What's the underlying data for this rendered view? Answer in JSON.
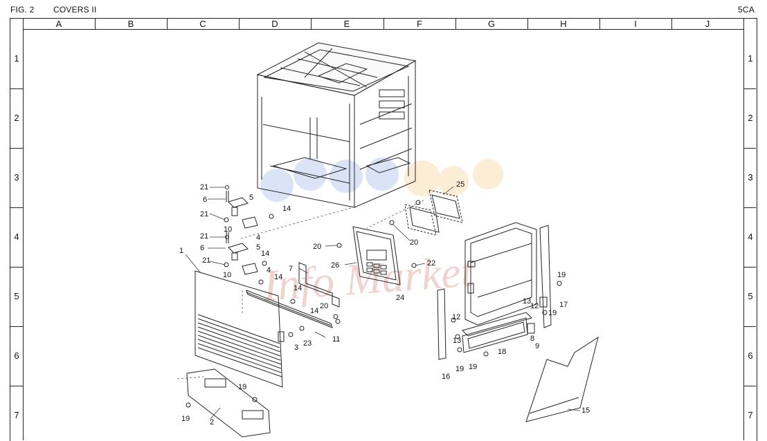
{
  "header": {
    "figure": "FIG. 2",
    "title": "COVERS II",
    "code": "5CA"
  },
  "grid": {
    "columns": [
      "A",
      "B",
      "C",
      "D",
      "E",
      "F",
      "G",
      "H",
      "I",
      "J"
    ],
    "rows": [
      "1",
      "2",
      "3",
      "4",
      "5",
      "6",
      "7"
    ]
  },
  "watermark": "Info Market",
  "callouts": [
    {
      "id": "c21a",
      "label": "21"
    },
    {
      "id": "c6a",
      "label": "6"
    },
    {
      "id": "c5a",
      "label": "5"
    },
    {
      "id": "c21b",
      "label": "21"
    },
    {
      "id": "c14a",
      "label": "14"
    },
    {
      "id": "c10a",
      "label": "10"
    },
    {
      "id": "c21c",
      "label": "21"
    },
    {
      "id": "c4a",
      "label": "4"
    },
    {
      "id": "c6b",
      "label": "6"
    },
    {
      "id": "c5b",
      "label": "5"
    },
    {
      "id": "c14b",
      "label": "14"
    },
    {
      "id": "c21d",
      "label": "21"
    },
    {
      "id": "c4b",
      "label": "4"
    },
    {
      "id": "c10b",
      "label": "10"
    },
    {
      "id": "c1",
      "label": "1"
    },
    {
      "id": "c7",
      "label": "7"
    },
    {
      "id": "c14c",
      "label": "14"
    },
    {
      "id": "c14d",
      "label": "14"
    },
    {
      "id": "c20a",
      "label": "20"
    },
    {
      "id": "c14e",
      "label": "14"
    },
    {
      "id": "c3",
      "label": "3"
    },
    {
      "id": "c23",
      "label": "23"
    },
    {
      "id": "c11",
      "label": "11"
    },
    {
      "id": "c20b",
      "label": "20"
    },
    {
      "id": "c26",
      "label": "26"
    },
    {
      "id": "c24",
      "label": "24"
    },
    {
      "id": "c22",
      "label": "22"
    },
    {
      "id": "c20c",
      "label": "20"
    },
    {
      "id": "c25",
      "label": "25"
    },
    {
      "id": "c19a",
      "label": "19"
    },
    {
      "id": "c13a",
      "label": "13"
    },
    {
      "id": "c12a",
      "label": "12"
    },
    {
      "id": "c17",
      "label": "17"
    },
    {
      "id": "c19b",
      "label": "19"
    },
    {
      "id": "c12b",
      "label": "12"
    },
    {
      "id": "c13b",
      "label": "13"
    },
    {
      "id": "c8",
      "label": "8"
    },
    {
      "id": "c9",
      "label": "9"
    },
    {
      "id": "c18",
      "label": "18"
    },
    {
      "id": "c16",
      "label": "16"
    },
    {
      "id": "c19c",
      "label": "19"
    },
    {
      "id": "c19d",
      "label": "19"
    },
    {
      "id": "c19e",
      "label": "19"
    },
    {
      "id": "c19f",
      "label": "19"
    },
    {
      "id": "c2",
      "label": "2"
    },
    {
      "id": "c15",
      "label": "15"
    }
  ]
}
